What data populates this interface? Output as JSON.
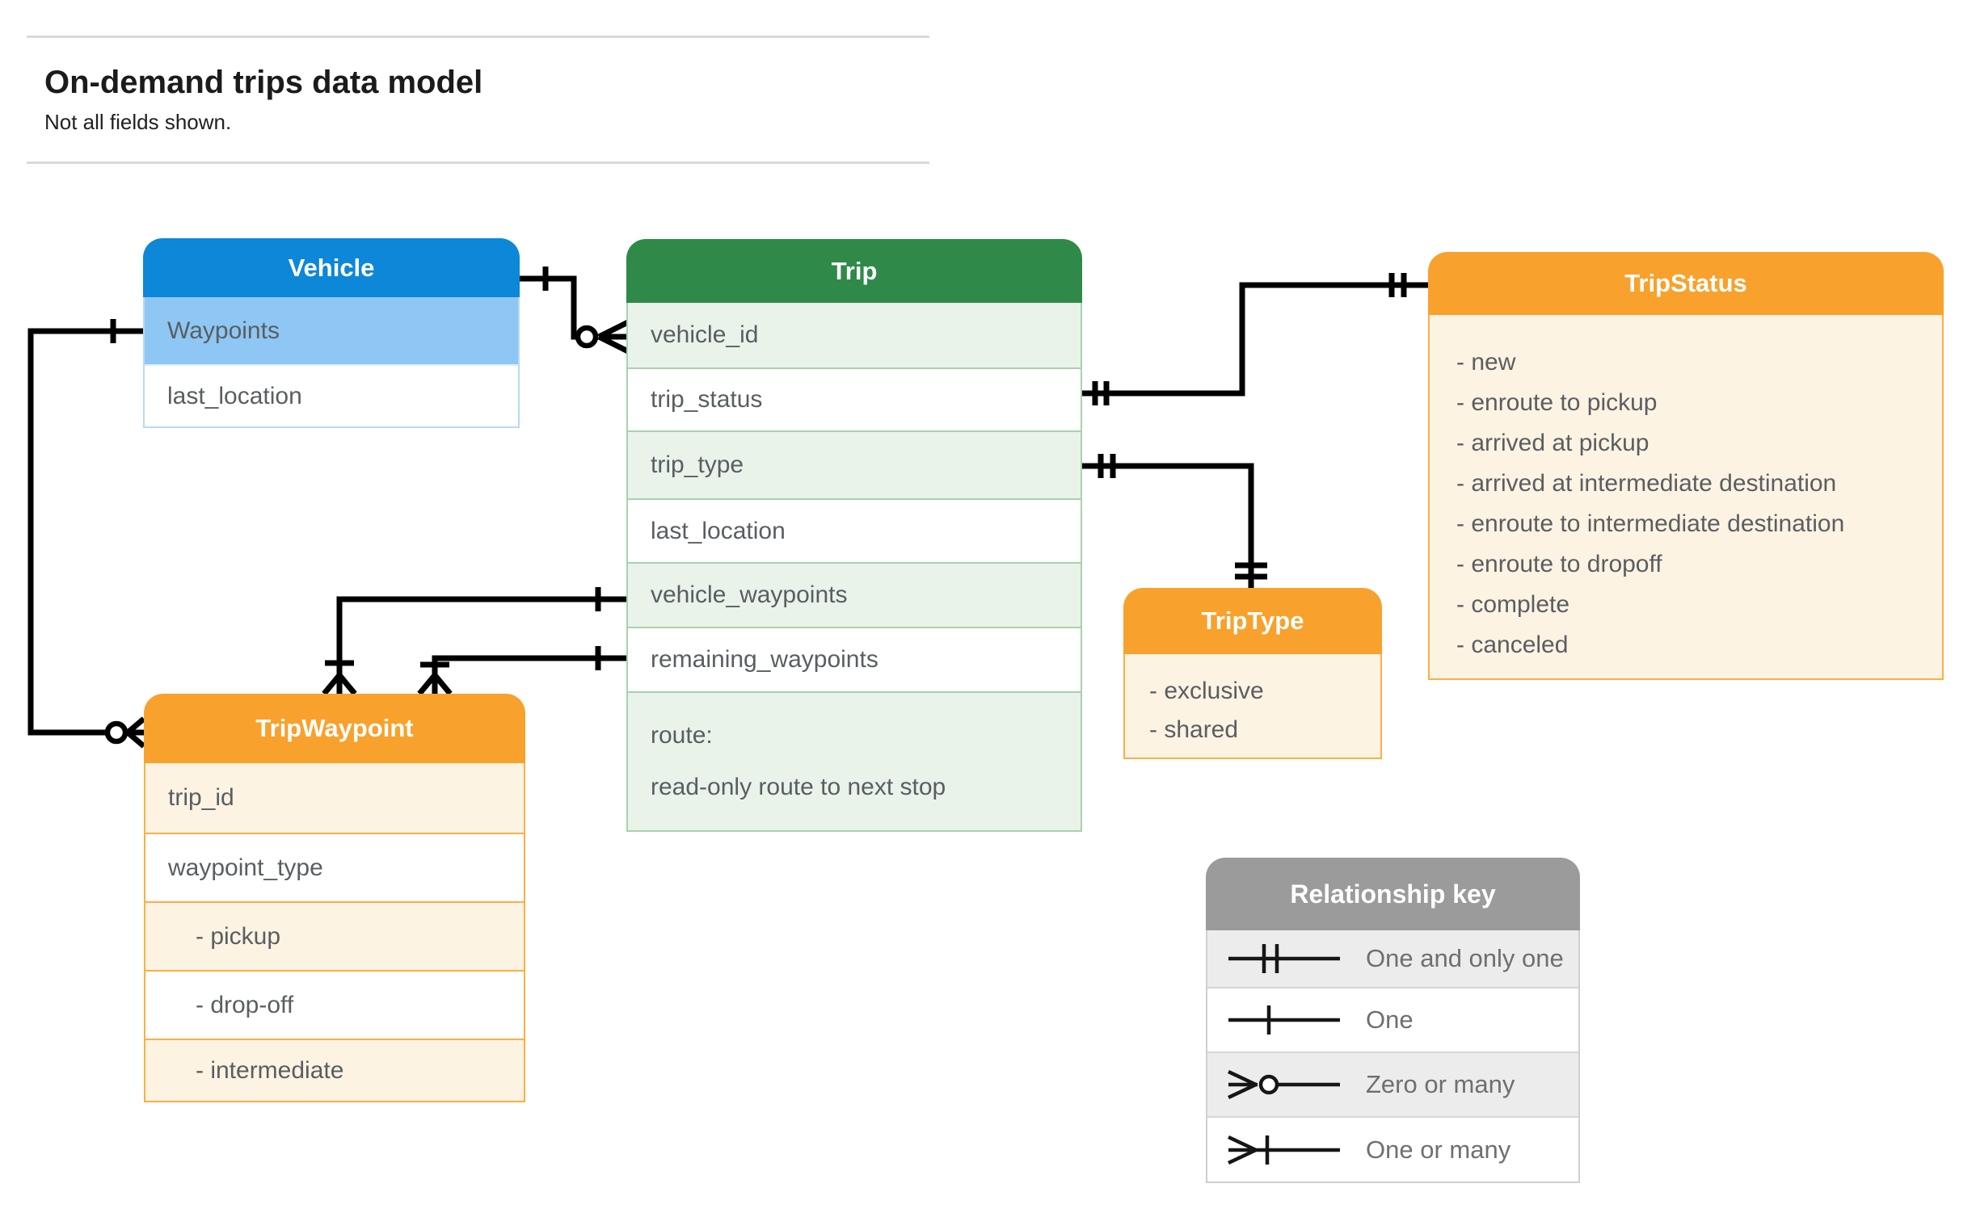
{
  "page": {
    "title": "On-demand trips data model",
    "subtitle": "Not all fields shown."
  },
  "entities": {
    "vehicle": {
      "title": "Vehicle",
      "fields": [
        "Waypoints",
        "last_location"
      ]
    },
    "trip": {
      "title": "Trip",
      "fields": [
        "vehicle_id",
        "trip_status",
        "trip_type",
        "last_location",
        "vehicle_waypoints",
        "remaining_waypoints"
      ],
      "route_field": {
        "name": "route:",
        "description": "read-only route to next stop"
      }
    },
    "trip_status": {
      "title": "TripStatus",
      "values": [
        "- new",
        "- enroute to pickup",
        "- arrived at pickup",
        "- arrived at intermediate destination",
        "- enroute to intermediate destination",
        "- enroute to dropoff",
        "- complete",
        "- canceled"
      ]
    },
    "trip_type": {
      "title": "TripType",
      "values": [
        "- exclusive",
        "- shared"
      ]
    },
    "trip_waypoint": {
      "title": "TripWaypoint",
      "fields": [
        "trip_id",
        "waypoint_type",
        "- pickup",
        "- drop-off",
        "- intermediate"
      ]
    }
  },
  "legend": {
    "title": "Relationship key",
    "rows": [
      {
        "symbol": "one-and-only-one-icon",
        "label": "One and only one"
      },
      {
        "symbol": "one-icon",
        "label": "One"
      },
      {
        "symbol": "zero-or-many-icon",
        "label": "Zero or many"
      },
      {
        "symbol": "one-or-many-icon",
        "label": "One or many"
      }
    ]
  },
  "colors": {
    "vehicle_header": "#0d87d7",
    "vehicle_tint": "#8ec7f3",
    "trip_header": "#2f8a49",
    "trip_tint": "#e9f3ea",
    "orange_header": "#f8a12c",
    "orange_tint": "#fdf3e2",
    "legend_header": "#9b9b9b",
    "legend_tint": "#ececec",
    "connector": "#000000",
    "field_text": "#595e62"
  }
}
